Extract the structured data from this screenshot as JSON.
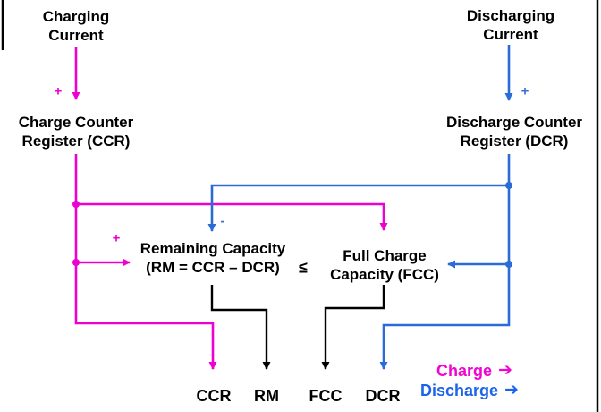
{
  "colors": {
    "charge_magenta": "#ee00d0",
    "discharge_blue": "#2a6bd5",
    "legend_magenta": "#f103d3",
    "legend_blue": "#1c64eb",
    "wire_black": "#000000"
  },
  "nodes": {
    "charging_current": {
      "line1": "Charging",
      "line2": "Current"
    },
    "discharging_current": {
      "line1": "Discharging",
      "line2": "Current"
    },
    "ccr_register": {
      "line1": "Charge Counter",
      "line2": "Register (CCR)"
    },
    "dcr_register": {
      "line1": "Discharge Counter",
      "line2": "Register (DCR)"
    },
    "remaining_capacity": {
      "line1": "Remaining Capacity",
      "line2": "(RM = CCR – DCR)"
    },
    "full_charge_capacity": {
      "line1": "Full Charge",
      "line2": "Capacity (FCC)"
    },
    "comparator": "≤"
  },
  "signs": {
    "charging_plus": "+",
    "discharging_plus": "+",
    "rm_add_plus": "+",
    "rm_subtract_minus": "-"
  },
  "outputs": {
    "ccr": "CCR",
    "rm": "RM",
    "fcc": "FCC",
    "dcr": "DCR"
  },
  "legend": {
    "charge_label": "Charge",
    "discharge_label": "Discharge",
    "arrow_glyph": "➔"
  }
}
